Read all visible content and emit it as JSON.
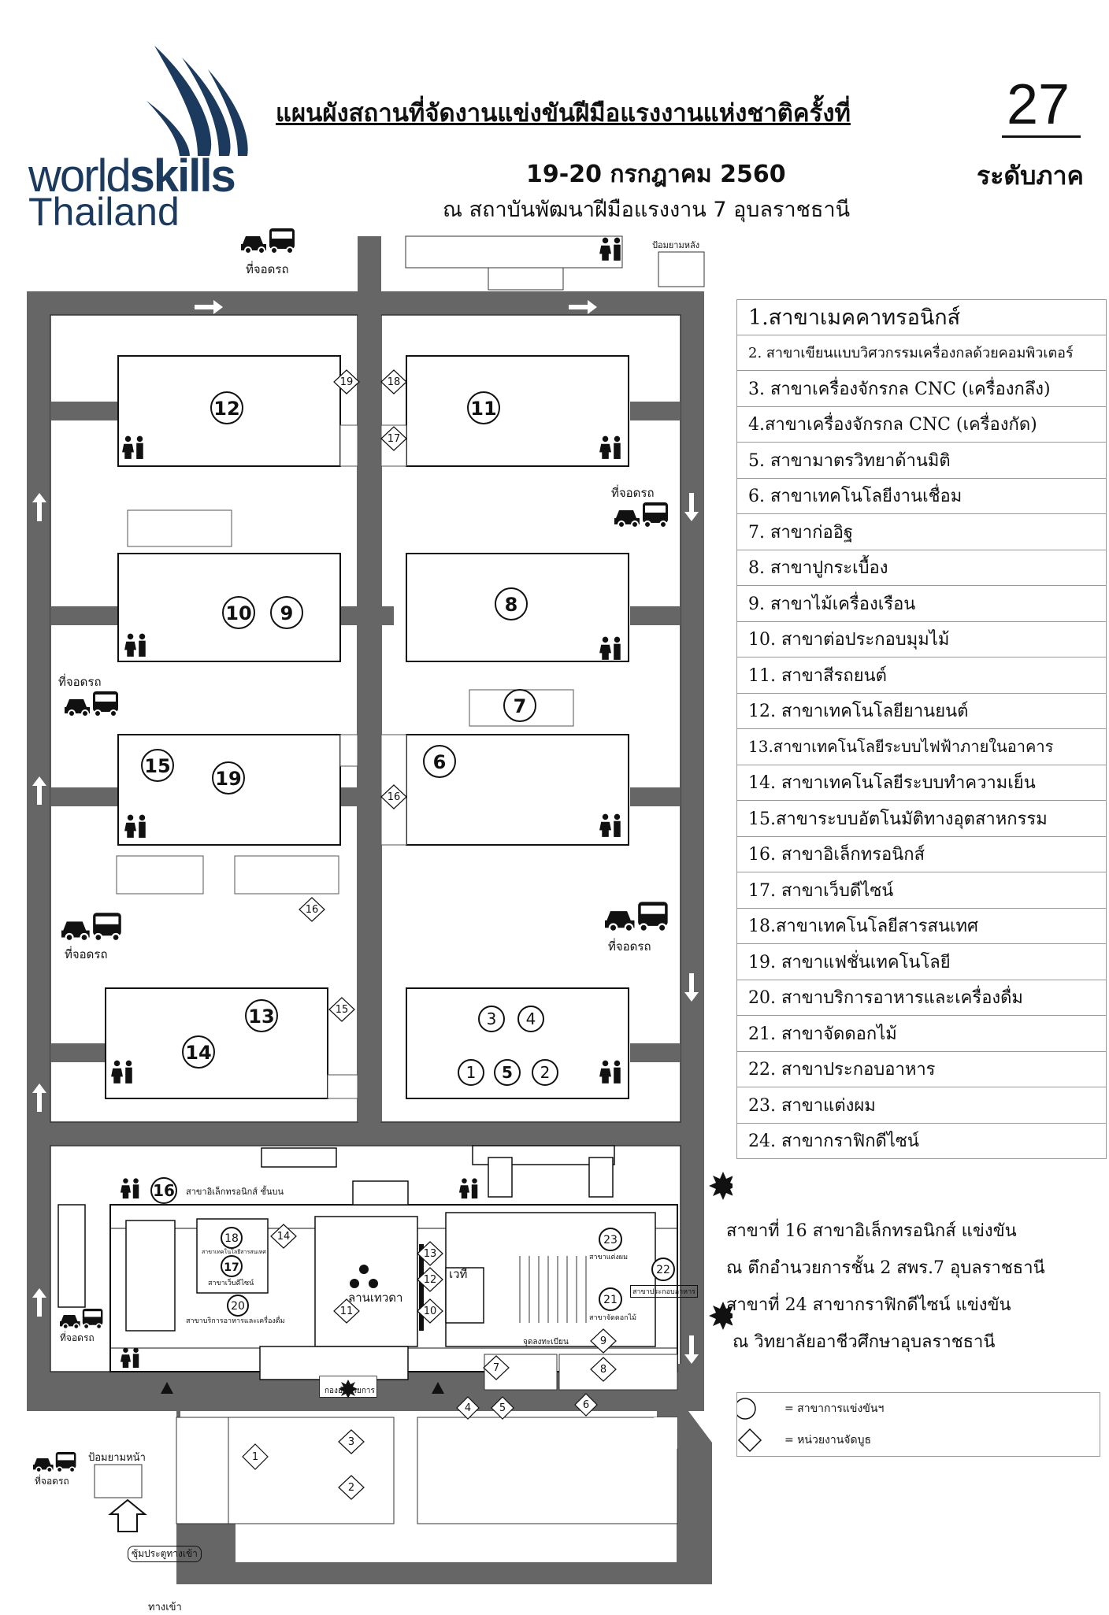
{
  "header": {
    "title": "แผนผังสถานที่จัดงานแข่งขันฝีมือแรงงานแห่งชาติครั้งที่",
    "edition": "27",
    "date": "19-20 กรกฎาคม 2560",
    "level": "ระดับภาค",
    "venue": "ณ สถาบันพัฒนาฝีมือแรงงาน 7 อุบลราชธานี"
  },
  "logo": {
    "world": "world",
    "skills": "skills",
    "country": "Thailand"
  },
  "branches": [
    "1.สาขาเมคคาทรอนิกส์",
    "2. สาขาเขียนแบบวิศวกรรมเครื่องกลด้วยคอมพิวเตอร์",
    "3. สาขาเครื่องจักรกล CNC (เครื่องกลึง)",
    "4.สาขาเครื่องจักรกล CNC (เครื่องกัด)",
    "5. สาขามาตรวิทยาด้านมิติ",
    "6. สาขาเทคโนโลยีงานเชื่อม",
    "7. สาขาก่ออิฐ",
    "8. สาขาปูกระเบื้อง",
    "9. สาขาไม้เครื่องเรือน",
    "10. สาขาต่อประกอบมุมไม้",
    "11. สาขาสีรถยนต์",
    "12. สาขาเทคโนโลยียานยนต์",
    "13.สาขาเทคโนโลยีระบบไฟฟ้าภายในอาคาร",
    "14. สาขาเทคโนโลยีระบบทำความเย็น",
    "15.สาขาระบบอัตโนมัติทางอุตสาหกรรม",
    "16. สาขาอิเล็กทรอนิกส์",
    "17. สาขาเว็บดีไซน์",
    "18.สาขาเทคโนโลยีสารสนเทศ",
    "19. สาขาแฟชั่นเทคโนโลยี",
    "20. สาขาบริการอาหารและเครื่องดื่ม",
    "21. สาขาจัดดอกไม้",
    "22. สาขาประกอบอาหาร",
    "23. สาขาแต่งผม",
    "24. สาขากราฟิกดีไซน์"
  ],
  "notes": {
    "line1": "สาขาที่ 16 สาขาอิเล็กทรอนิกส์ แข่งขัน",
    "line2": "ณ ตึกอำนวยการชั้น 2  สพร.7 อุบลราชธานี",
    "line3": "สาขาที่ 24 สาขากราฟิกดีไซน์ แข่งขัน",
    "line4": "ณ  วิทยาลัยอาชีวศึกษาอุบลราชธานี"
  },
  "legend": {
    "circle": "= สาขาการแข่งขันฯ",
    "diamond": "= หน่วยงานจัดบูธ"
  },
  "map": {
    "parking": "ที่จอดรถ",
    "rear_guard": "ป้อมยามหลัง",
    "front_guard": "ป้อมยามหน้า",
    "gate_arch": "ซุ้มประตูทางเข้า",
    "entrance": "ทางเข้า",
    "plaza": "ลานเทวดา",
    "stage": "เวที",
    "command": "กองอำนวยการ",
    "signing": "จุดลงทะเบียน",
    "elec_upstairs": "สาขาอิเล็กทรอนิกส์ ชั้นบน",
    "hair_label": "สาขาแต่งผม",
    "flower_label": "สาขาจัดดอกไม้",
    "cooking_label": "สาขาประกอบอาหาร",
    "it_label": "สาขาเทคโนโลยีสารสนเทศ",
    "web_label": "สาขาเว็บดีไซน์",
    "food_label": "สาขาบริการอาหารและเครื่องดื่ม"
  }
}
